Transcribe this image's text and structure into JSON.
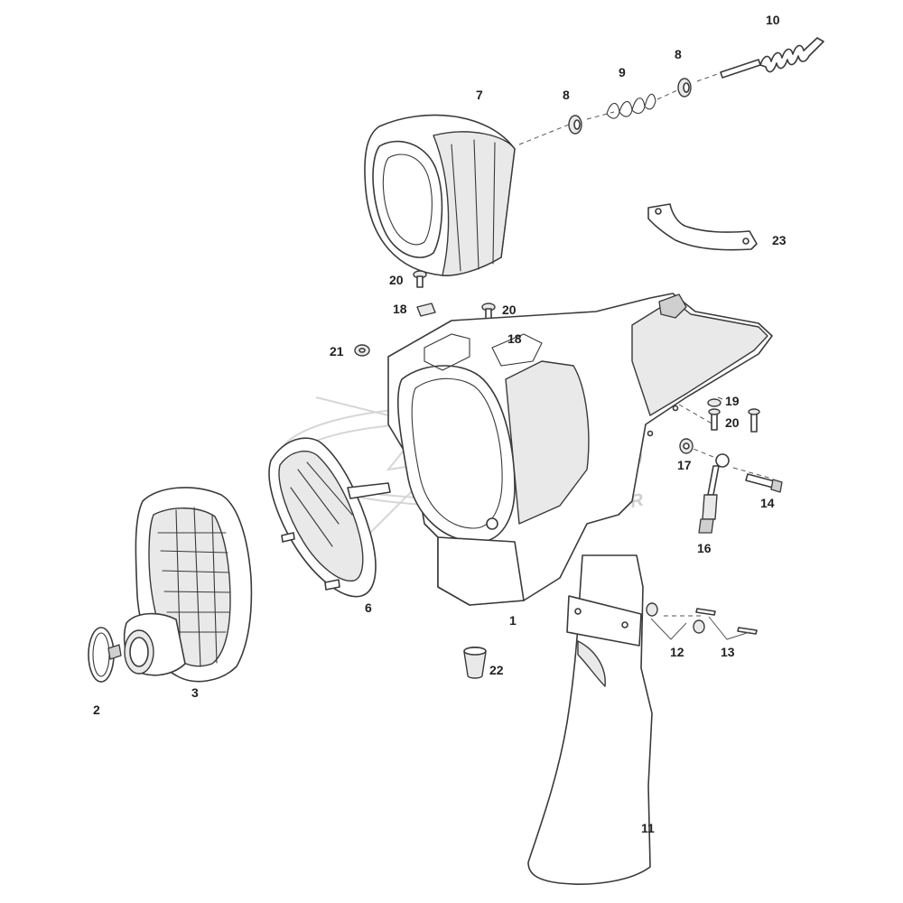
{
  "watermark": {
    "text": "WWW.DOMIOMOTO.FR"
  },
  "labels": {
    "l1": "1",
    "l2": "2",
    "l3": "3",
    "l6": "6",
    "l7": "7",
    "l8a": "8",
    "l8b": "8",
    "l9": "9",
    "l10": "10",
    "l11": "11",
    "l12": "12",
    "l13": "13",
    "l14": "14",
    "l16": "16",
    "l17": "17",
    "l18a": "18",
    "l18b": "18",
    "l19": "19",
    "l20a": "20",
    "l20b": "20",
    "l20c": "20",
    "l21": "21",
    "l22": "22",
    "l23": "23"
  }
}
